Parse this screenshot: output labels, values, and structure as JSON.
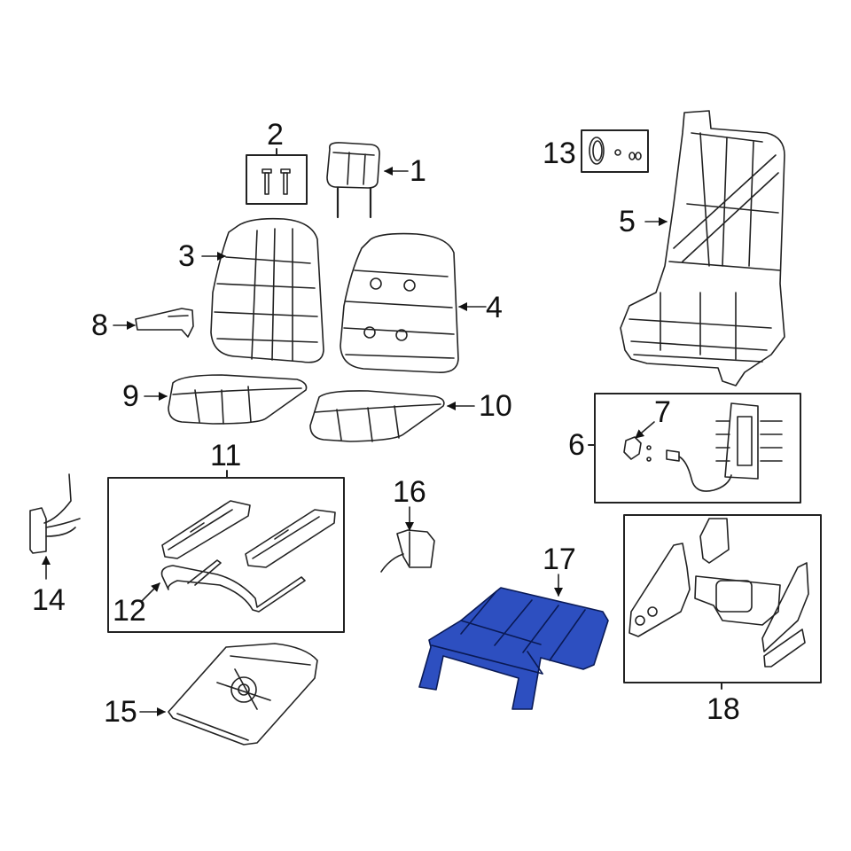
{
  "diagram": {
    "title": "Seat assembly exploded parts diagram",
    "highlight_color": "#2d4fc0",
    "line_color": "#222222",
    "highlighted_part": "17",
    "callouts": [
      {
        "id": "1",
        "label": "1",
        "part": "headrest"
      },
      {
        "id": "2",
        "label": "2",
        "part": "headrest-guide-bolts-kit"
      },
      {
        "id": "3",
        "label": "3",
        "part": "seat-back-cover-left"
      },
      {
        "id": "4",
        "label": "4",
        "part": "seat-back-cover-right"
      },
      {
        "id": "5",
        "label": "5",
        "part": "seat-back-frame"
      },
      {
        "id": "6",
        "label": "6",
        "part": "lumbar-support-kit"
      },
      {
        "id": "7",
        "label": "7",
        "part": "lumbar-knob"
      },
      {
        "id": "8",
        "label": "8",
        "part": "trim-bracket"
      },
      {
        "id": "9",
        "label": "9",
        "part": "seat-cushion-left"
      },
      {
        "id": "10",
        "label": "10",
        "part": "seat-cushion-right"
      },
      {
        "id": "11",
        "label": "11",
        "part": "seat-track-kit"
      },
      {
        "id": "12",
        "label": "12",
        "part": "adjuster-bar"
      },
      {
        "id": "13",
        "label": "13",
        "part": "recliner-knob-kit"
      },
      {
        "id": "14",
        "label": "14",
        "part": "seat-belt-buckle"
      },
      {
        "id": "15",
        "label": "15",
        "part": "swivel-base-plate"
      },
      {
        "id": "16",
        "label": "16",
        "part": "seat-switch"
      },
      {
        "id": "17",
        "label": "17",
        "part": "seat-riser-frame"
      },
      {
        "id": "18",
        "label": "18",
        "part": "trim-shield-kit"
      }
    ]
  }
}
